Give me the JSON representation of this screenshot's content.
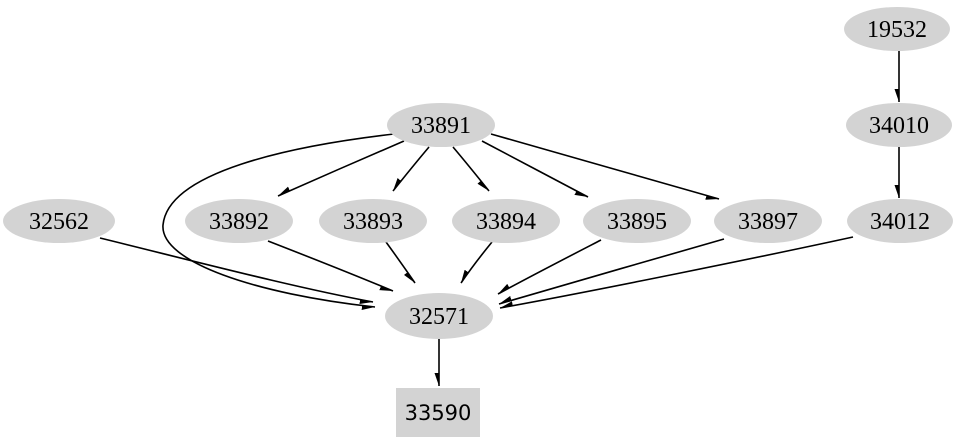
{
  "diagram": {
    "type": "directed-graph",
    "background_color": "#ffffff",
    "node_fill_color": "#d3d3d3",
    "edge_color": "#000000",
    "label_color": "#000000",
    "nodes": [
      {
        "id": "19532",
        "label": "19532",
        "shape": "ellipse"
      },
      {
        "id": "34010",
        "label": "34010",
        "shape": "ellipse"
      },
      {
        "id": "34012",
        "label": "34012",
        "shape": "ellipse"
      },
      {
        "id": "33891",
        "label": "33891",
        "shape": "ellipse"
      },
      {
        "id": "32562",
        "label": "32562",
        "shape": "ellipse"
      },
      {
        "id": "33892",
        "label": "33892",
        "shape": "ellipse"
      },
      {
        "id": "33893",
        "label": "33893",
        "shape": "ellipse"
      },
      {
        "id": "33894",
        "label": "33894",
        "shape": "ellipse"
      },
      {
        "id": "33895",
        "label": "33895",
        "shape": "ellipse"
      },
      {
        "id": "33897",
        "label": "33897",
        "shape": "ellipse"
      },
      {
        "id": "32571",
        "label": "32571",
        "shape": "ellipse"
      },
      {
        "id": "33590",
        "label": "33590",
        "shape": "box"
      }
    ],
    "edges": [
      {
        "from": "19532",
        "to": "34010"
      },
      {
        "from": "34010",
        "to": "34012"
      },
      {
        "from": "34012",
        "to": "32571"
      },
      {
        "from": "33891",
        "to": "33892"
      },
      {
        "from": "33891",
        "to": "33893"
      },
      {
        "from": "33891",
        "to": "33894"
      },
      {
        "from": "33891",
        "to": "33895"
      },
      {
        "from": "33891",
        "to": "33897"
      },
      {
        "from": "33891",
        "to": "32571"
      },
      {
        "from": "32562",
        "to": "32571"
      },
      {
        "from": "33892",
        "to": "32571"
      },
      {
        "from": "33893",
        "to": "32571"
      },
      {
        "from": "33894",
        "to": "32571"
      },
      {
        "from": "33895",
        "to": "32571"
      },
      {
        "from": "33897",
        "to": "32571"
      },
      {
        "from": "32571",
        "to": "33590"
      }
    ]
  }
}
